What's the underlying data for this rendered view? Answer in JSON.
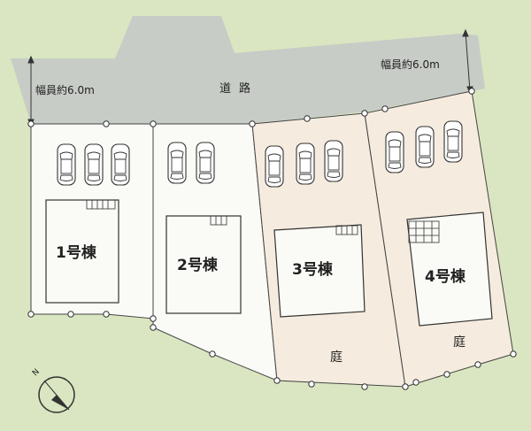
{
  "road": {
    "name": "道路",
    "width_left": "幅員約6.0m",
    "width_right": "幅員約6.0m"
  },
  "buildings": [
    {
      "label": "1号棟"
    },
    {
      "label": "2号棟"
    },
    {
      "label": "3号棟"
    },
    {
      "label": "4号棟"
    }
  ],
  "gardens": [
    "庭",
    "庭"
  ],
  "compass": {
    "north": "N"
  },
  "colors": {
    "background": "#d9e6c1",
    "road": "#c7ccc6",
    "lot_white": "#fafaf6",
    "lot_beige": "#f5ecdf",
    "outline": "#444444"
  }
}
